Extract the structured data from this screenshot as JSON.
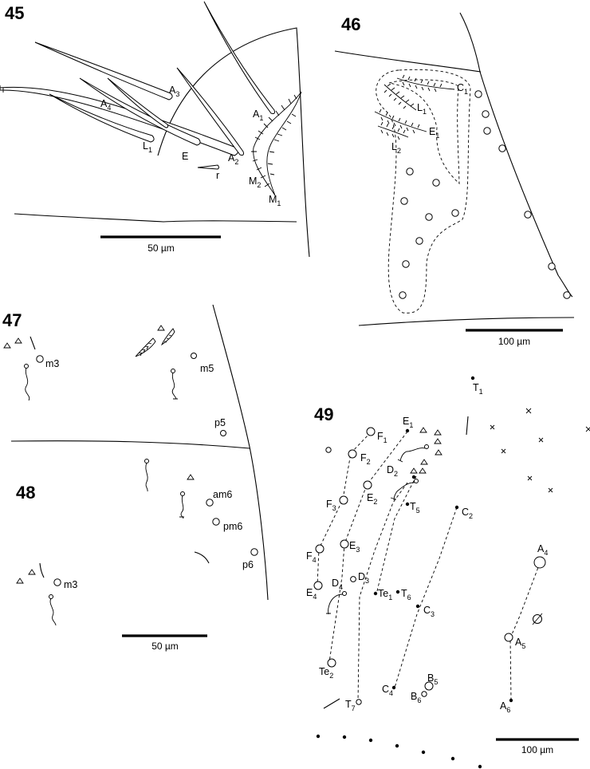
{
  "figures": {
    "f45": {
      "number": "45",
      "labels": {
        "A1": "A",
        "A1s": "1",
        "A2": "A",
        "A2s": "2",
        "A3": "A",
        "A3s": "3",
        "A4": "A",
        "A4s": "4",
        "L1": "L",
        "L1s": "1",
        "E": "E",
        "M1": "M",
        "M1s": "1",
        "M2": "M",
        "M2s": "2",
        "r": "r"
      },
      "scale": "50 µm"
    },
    "f46": {
      "number": "46",
      "labels": {
        "C1": "C",
        "C1s": "1",
        "L1": "L",
        "L1s": "1",
        "E1": "E",
        "E1s": "1",
        "L2": "L",
        "L2s": "2"
      },
      "scale": "100 µm"
    },
    "f47": {
      "number": "47",
      "labels": {
        "m3": "m3",
        "m5": "m5",
        "p5": "p5"
      }
    },
    "f48": {
      "number": "48",
      "labels": {
        "am6": "am6",
        "pm6": "pm6",
        "p6": "p6",
        "m3": "m3"
      },
      "scale": "50 µm"
    },
    "f49": {
      "number": "49",
      "labels": {
        "T1": "T",
        "T1s": "1",
        "F1": "F",
        "F1s": "1",
        "E1": "E",
        "E1s": "1",
        "F2": "F",
        "F2s": "2",
        "D2": "D",
        "D2s": "2",
        "E2": "E",
        "E2s": "2",
        "F3": "F",
        "F3s": "3",
        "T5": "T",
        "T5s": "5",
        "C2": "C",
        "C2s": "2",
        "F4": "F",
        "F4s": "4",
        "E3": "E",
        "E3s": "3",
        "A4": "A",
        "A4s": "4",
        "D4": "D",
        "D4s": "4",
        "D3": "D",
        "D3s": "3",
        "E4": "E",
        "E4s": "4",
        "Te1": "Te",
        "Te1s": "1",
        "T6": "T",
        "T6s": "6",
        "C3": "C",
        "C3s": "3",
        "A5": "A",
        "A5s": "5",
        "Te2": "Te",
        "Te2s": "2",
        "B5": "B",
        "B5s": "5",
        "C4": "C",
        "C4s": "4",
        "B6": "B",
        "B6s": "6",
        "A6": "A",
        "A6s": "6",
        "T7": "T",
        "T7s": "7"
      },
      "scale": "100 µm"
    }
  }
}
